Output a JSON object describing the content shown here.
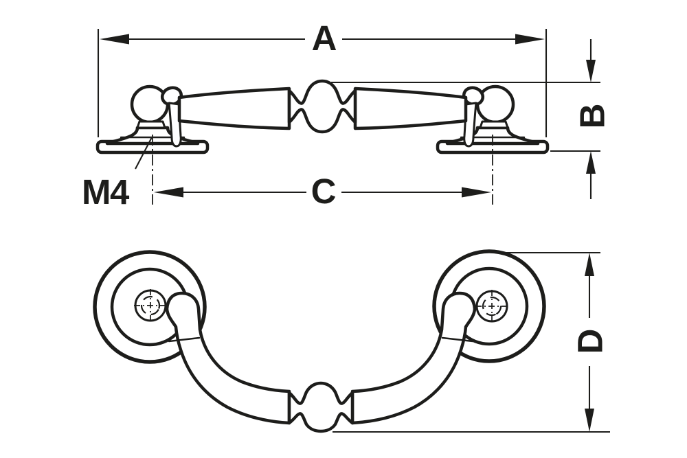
{
  "diagram": {
    "colors": {
      "line": "#1d1d1b",
      "background": "#ffffff"
    },
    "labels": {
      "dim_a": "A",
      "dim_b": "B",
      "dim_c": "C",
      "dim_d": "D",
      "thread": "M4"
    }
  }
}
